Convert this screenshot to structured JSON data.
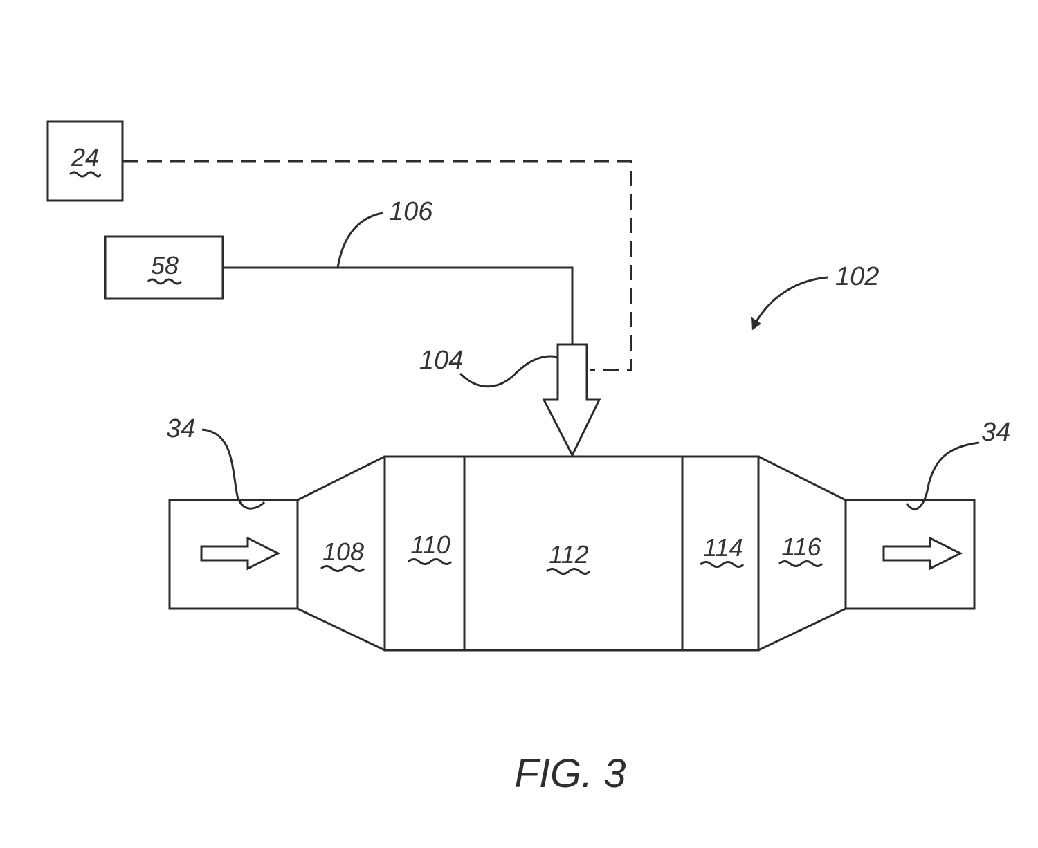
{
  "figure": {
    "caption": "FIG. 3"
  },
  "boxes": {
    "box_24": "24",
    "box_58": "58"
  },
  "refs": {
    "ref_102": "102",
    "ref_104": "104",
    "ref_106": "106",
    "ref_34_left": "34",
    "ref_34_right": "34"
  },
  "sections": {
    "s108": "108",
    "s110": "110",
    "s112": "112",
    "s114": "114",
    "s116": "116"
  }
}
